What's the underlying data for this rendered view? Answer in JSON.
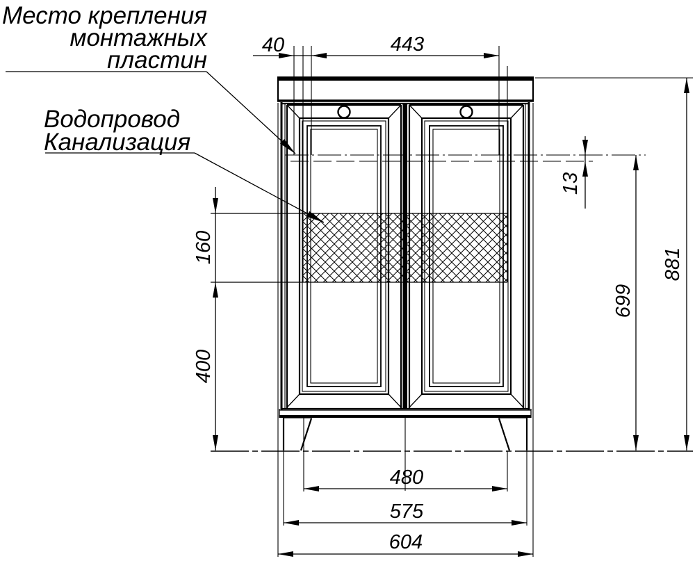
{
  "notes": {
    "mounting_plates": {
      "line1": "Место крепления",
      "line2": "монтажных",
      "line3": "пластин"
    },
    "plumbing": {
      "line1": "Водопровод",
      "line2": "Канализация"
    }
  },
  "dimensions": {
    "plate_left_offset": "40",
    "plate_spacing": "443",
    "plate_line_drop": "13",
    "plumbing_zone_height": "160",
    "plumbing_zone_to_floor": "400",
    "plate_height": "699",
    "overall_height": "881",
    "leg_span": "480",
    "cabinet_width": "575",
    "countertop_width": "604"
  },
  "colors": {
    "ink": "#000000",
    "paper": "#ffffff"
  }
}
